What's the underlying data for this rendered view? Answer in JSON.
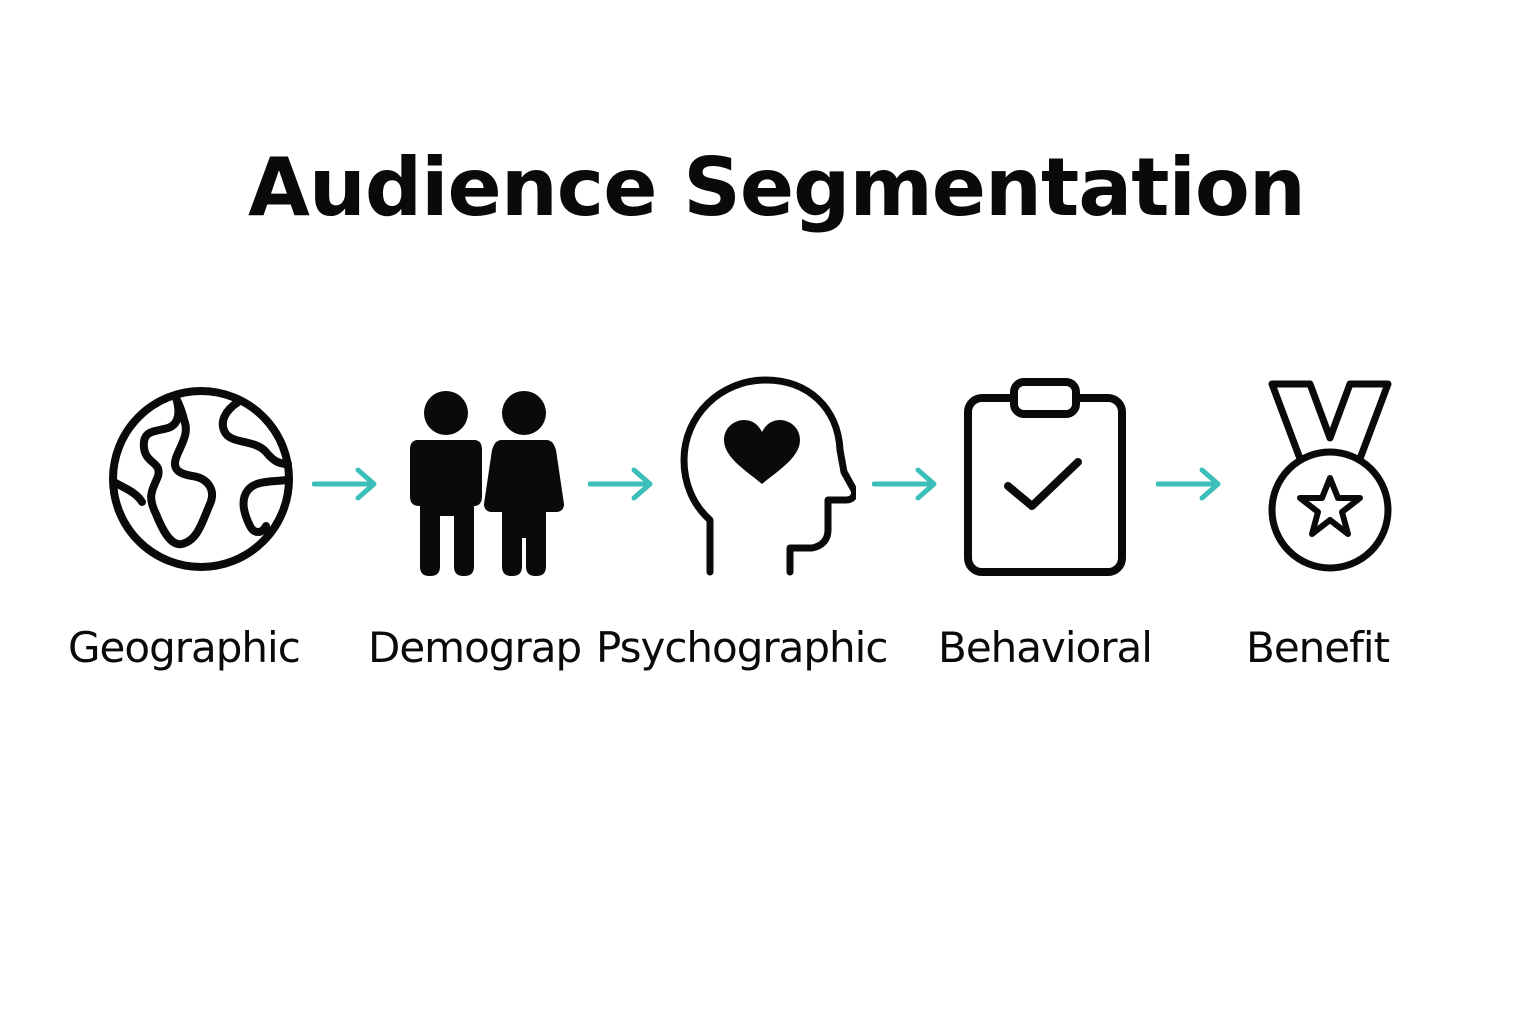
{
  "title": "Audience Segmentation",
  "accent_color": "#3bbfb8",
  "steps": [
    {
      "label": "Geographic",
      "icon": "globe-icon"
    },
    {
      "label": "Demograp",
      "icon": "people-icon"
    },
    {
      "label": "Psychographic",
      "icon": "head-heart-icon"
    },
    {
      "label": "Behavioral",
      "icon": "clipboard-check-icon"
    },
    {
      "label": "Benefit",
      "icon": "medal-star-icon"
    }
  ]
}
